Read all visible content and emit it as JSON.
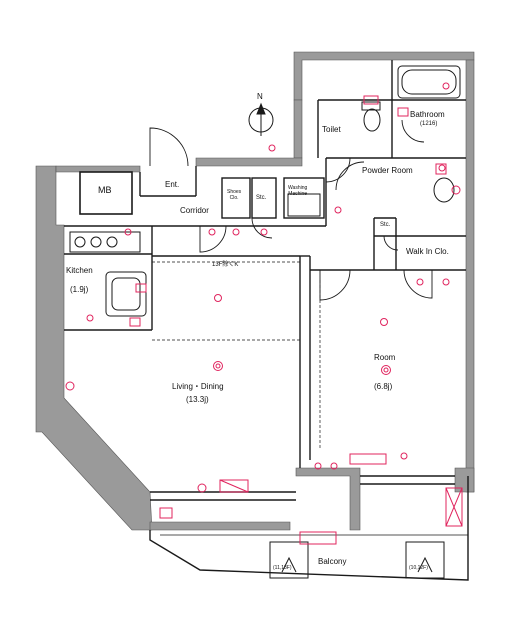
{
  "compass": {
    "letter": "N"
  },
  "rooms": {
    "mb": "MB",
    "entrance": "Ent.",
    "corridor": "Corridor",
    "shoes": "Shoes\nClo.",
    "storage1": "Stc.",
    "washing": "Washing\nMachine",
    "toilet": "Toilet",
    "bathroom": "Bathroom",
    "bathroom_size": "(1216)",
    "powder_room": "Powder Room",
    "storage2": "Stc.",
    "walkin": "Walk In Clo.",
    "kitchen": "Kitchen",
    "kitchen_size": "(1.9j)",
    "ceiling_note": "13F除くK",
    "living": "Living・Dining",
    "living_size": "(13.3j)",
    "room": "Room",
    "room_size": "(6.8j)",
    "balcony": "Balcony",
    "ac_left": "(11,13F)",
    "ac_right": "(10,12F)"
  },
  "colors": {
    "wall": "#9a9a9a",
    "line": "#1a1a1a",
    "fixture": "#e0245e",
    "bg": "#ffffff"
  }
}
